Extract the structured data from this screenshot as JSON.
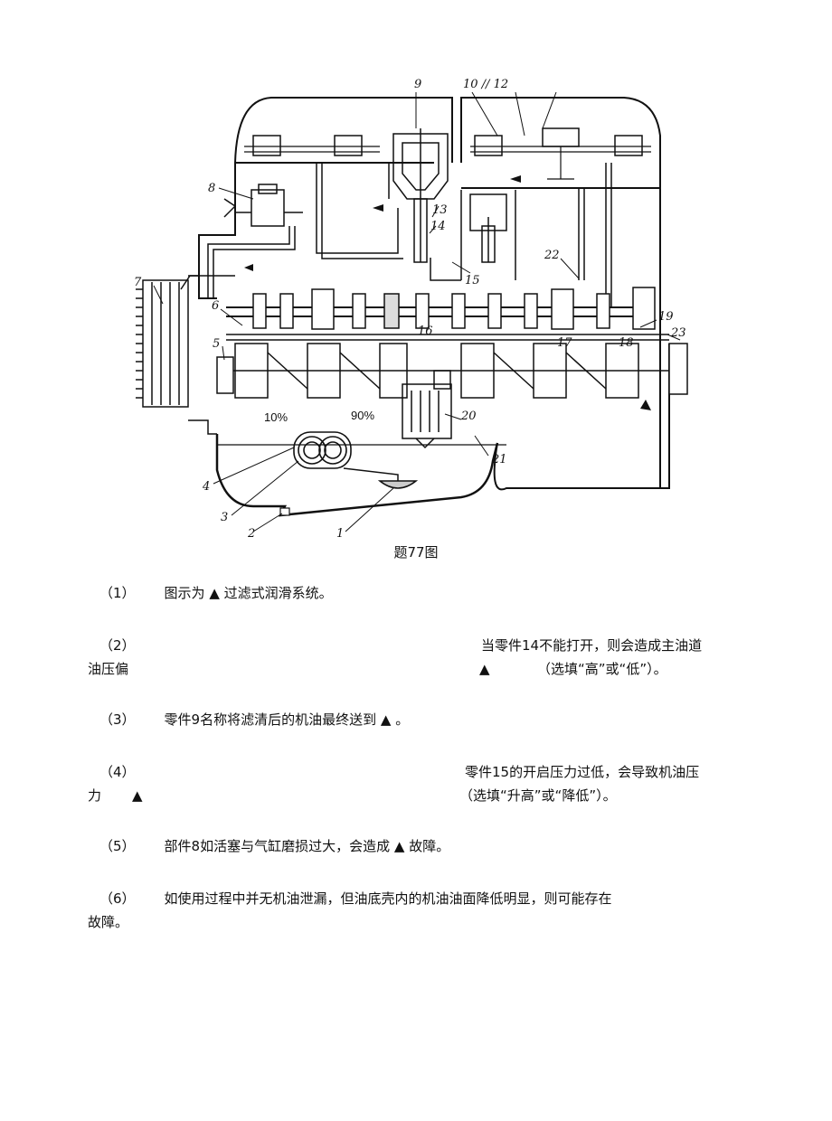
{
  "figure": {
    "labels": {
      "l9": "9",
      "l10_12": "10 // 12",
      "l8": "8",
      "l7": "7",
      "l6": "6",
      "l5": "5",
      "l4": "4",
      "l3": "3",
      "l2": "2",
      "l1": "1",
      "l13": "13",
      "l14": "14",
      "l15": "15",
      "l16": "16",
      "l17": "17",
      "l18": "18",
      "l19": "19",
      "l20": "20",
      "l21": "21",
      "l22": "22",
      "l23": "23",
      "p10": "10%",
      "p90": "90%"
    },
    "caption": "题77图"
  },
  "questions": {
    "q1": {
      "num": "（1）",
      "before": "图示为",
      "blank": "▲",
      "after": "过滤式润滑系统。"
    },
    "q2": {
      "num": "（2）",
      "line1": "当零件14不能打开，则会造成主油道",
      "line2a": "油压偏",
      "blank": "▲",
      "line2b": "（选填“高”或“低”）。"
    },
    "q3": {
      "num": "（3）",
      "before": "零件9名称将滤清后的机油最终送到",
      "blank": "▲",
      "after": "。"
    },
    "q4": {
      "num": "（4）",
      "line1": "零件15的开启压力过低，会导致机油压",
      "line2a": "力",
      "blank": "▲",
      "line2b": "（选填“升高”或“降低”）。"
    },
    "q5": {
      "num": "（5）",
      "before": "部件8如活塞与气缸磨损过大，会造成",
      "blank": "▲",
      "after": "故障。"
    },
    "q6": {
      "num": "（6）",
      "line1": "如使用过程中并无机油泄漏，但油底壳内的机油油面降低明显，则可能存在",
      "line2": "故障。"
    }
  }
}
